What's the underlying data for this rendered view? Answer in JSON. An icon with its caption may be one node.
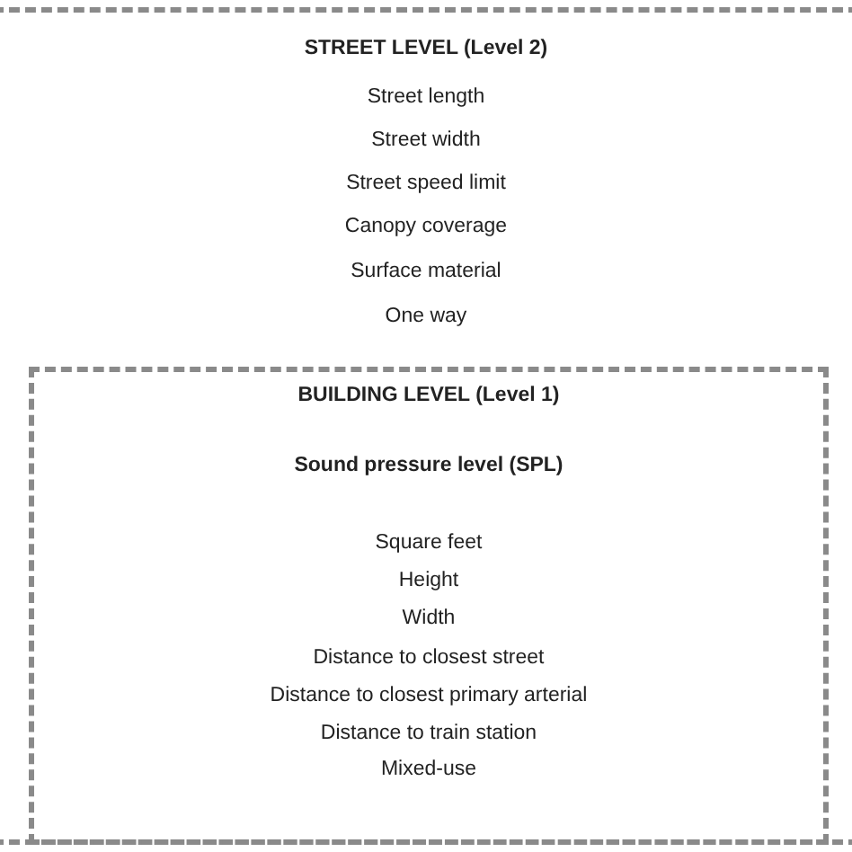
{
  "diagram": {
    "nodes": [
      {
        "text": [
          "STREET LEVEL (Level 2)",
          "Street length",
          "Street width",
          "Street speed limit",
          "Canopy coverage",
          "Surface material",
          "One way"
        ]
      },
      {
        "text": [
          "BUILDING LEVEL (Level 1)",
          "Sound pressure level (SPL)",
          "Square feet",
          "Height",
          "Width",
          "Distance to closest street",
          "Distance to closest primary arterial",
          "Distance to train station",
          "Mixed-use"
        ],
        "in": 0
      }
    ]
  }
}
